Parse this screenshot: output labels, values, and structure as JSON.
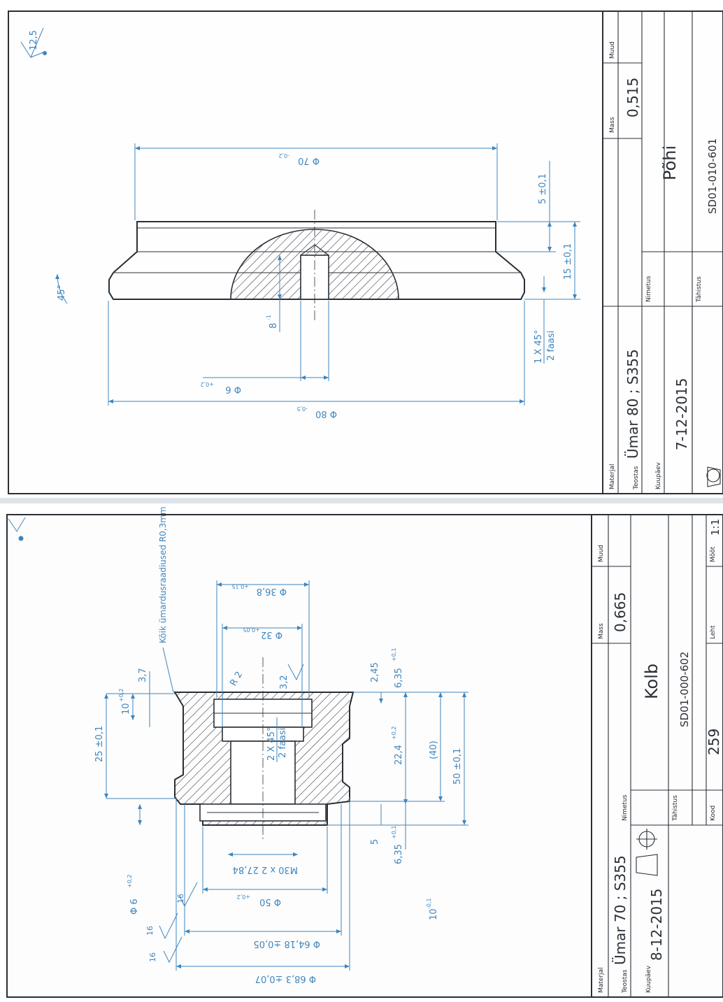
{
  "sheet_top": {
    "roughness": "12,5",
    "dimensions": {
      "d70": "Φ 70",
      "d70_tol": "-0,2",
      "d80": "Φ 80",
      "d80_tol": "-0,5",
      "d6": "Φ 6",
      "d6_tol": "+0,2",
      "depth8": "8",
      "depth8_tol": "-1",
      "h5": "5 ±0,1",
      "h15": "15 ±0,1",
      "chamfer_line1": "1 X 45°",
      "chamfer_line2": "2 faasi",
      "angle": "45°"
    },
    "title_block": {
      "material_label": "Materjal",
      "material": "Ümar 80 ;  S355",
      "author_label": "Teostas",
      "date_label": "Kuupäev",
      "date": "7-12-2015",
      "name_label": "Nimetus",
      "name": "Põhi",
      "mass_label": "Mass",
      "mass": "0,515",
      "other_label": "Muud",
      "designation_label": "Tähistus",
      "designation": "SD01-010-601"
    }
  },
  "sheet_bottom": {
    "note": "Kõik ümardusraadiused R0,3mm",
    "dimensions": {
      "d36_8": "Φ 36,8",
      "d36_8_tol": "+0,15",
      "d32": "Φ 32",
      "d32_tol": "+0,05",
      "r2": "R 2",
      "rough_3_2": "3,2",
      "rough_16_a": "16",
      "rough_16_b": "16",
      "rough_16_c": "16",
      "d3_7": "3,7",
      "d25": "25 ±0,1",
      "d10": "10",
      "d10_tol": "+0,2",
      "d2_45": "2,45",
      "d6_35_top": "6,35",
      "d6_35_top_tol": "+0,1",
      "d22_4": "22,4",
      "d22_4_tol": "+0,2",
      "d40": "(40)",
      "d50_pm": "50 ±0,1",
      "chamfer_line1": "2 X 45°",
      "chamfer_line2": "2 faasi",
      "d6": "Φ 6",
      "d6_tol": "+0,2",
      "thread": "M30 x 2  27,84",
      "d5": "5",
      "d6_35_bot": "6,35",
      "d6_35_bot_tol": "+0,1",
      "d10_bot": "10",
      "d10_bot_tol": "-0,1",
      "d50": "Φ 50",
      "d50_tol": "+0,2",
      "d64_18": "Φ 64,18 ±0,05",
      "d68_3": "Φ 68,3 ±0,07"
    },
    "title_block": {
      "material_label": "Materjal",
      "material": "Ümar 70 ;  S355",
      "author_label": "Teostas",
      "date_label": "Kuupäev",
      "date": "8-12-2015",
      "name_label": "Nimetus",
      "name": "Kolb",
      "mass_label": "Mass",
      "mass": "0,665",
      "other_label": "Muud",
      "designation_label": "Tähistus",
      "designation": "SD01-000-602",
      "code_label": "Kood",
      "code": "259",
      "sheet_label": "Leht",
      "scale_label": "Mõõt",
      "scale": "1:1"
    }
  }
}
